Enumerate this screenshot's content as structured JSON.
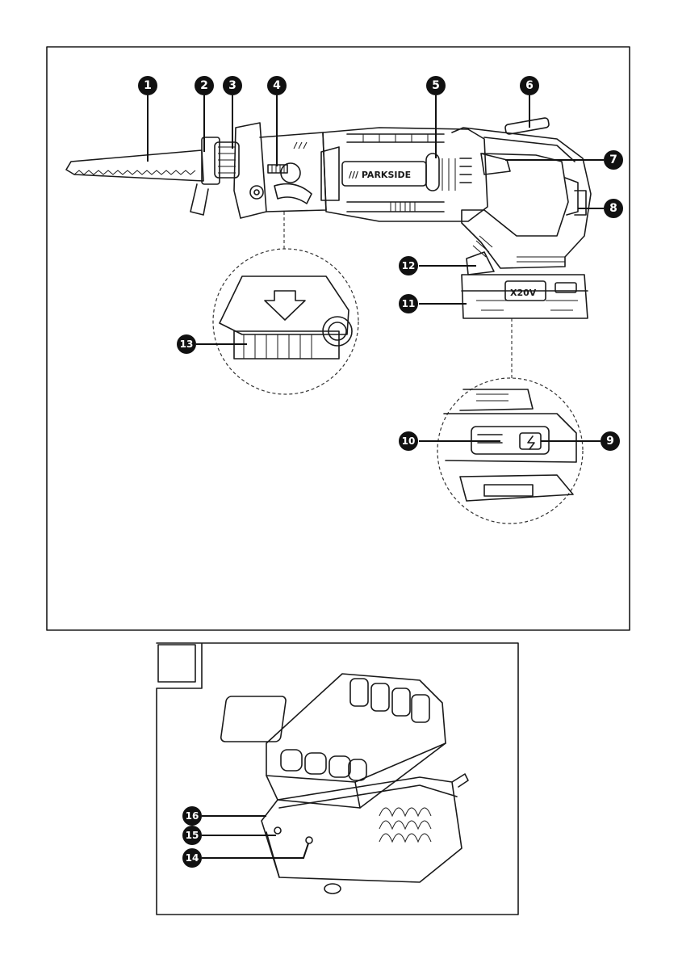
{
  "figure": {
    "brand_text": "/// PARKSIDE",
    "battery_logo": "X20V",
    "panel_b_label": "",
    "callouts": [
      {
        "id": "c1",
        "label": "1"
      },
      {
        "id": "c2",
        "label": "2"
      },
      {
        "id": "c3",
        "label": "3"
      },
      {
        "id": "c4",
        "label": "4"
      },
      {
        "id": "c5",
        "label": "5"
      },
      {
        "id": "c6",
        "label": "6"
      },
      {
        "id": "c7",
        "label": "7"
      },
      {
        "id": "c8",
        "label": "8"
      },
      {
        "id": "c9",
        "label": "9"
      },
      {
        "id": "c10",
        "label": "10"
      },
      {
        "id": "c11",
        "label": "11"
      },
      {
        "id": "c12",
        "label": "12"
      },
      {
        "id": "c13",
        "label": "13"
      },
      {
        "id": "c14",
        "label": "14"
      },
      {
        "id": "c15",
        "label": "15"
      },
      {
        "id": "c16",
        "label": "16"
      }
    ]
  }
}
